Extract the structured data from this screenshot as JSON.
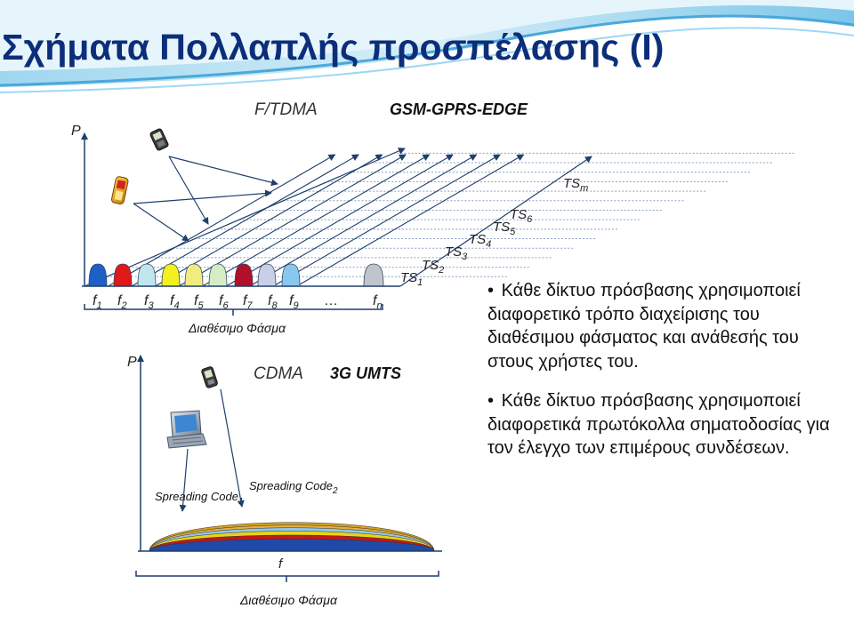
{
  "slide": {
    "title": "Σχήματα Πολλαπλής προσπέλασης (Ι)",
    "bullets": [
      "Κάθε δίκτυο πρόσβασης χρησιμοποιεί διαφορετικό τρόπο διαχείρισης του διαθέσιμου φάσματος και ανάθεσής του στους χρήστες του.",
      "Κάθε δίκτυο πρόσβασης χρησιμοποιεί  διαφορετικά πρωτόκολλα σηματοδοσίας για τον έλεγχο των επιμέρους συνδέσεων."
    ]
  },
  "tdma": {
    "scheme": "F/TDMA",
    "standard": "GSM-GPRS-EDGE",
    "axis_label": "P",
    "frequencies": [
      {
        "base": "f",
        "sub": "1"
      },
      {
        "base": "f",
        "sub": "2"
      },
      {
        "base": "f",
        "sub": "3"
      },
      {
        "base": "f",
        "sub": "4"
      },
      {
        "base": "f",
        "sub": "5"
      },
      {
        "base": "f",
        "sub": "6"
      },
      {
        "base": "f",
        "sub": "7"
      },
      {
        "base": "f",
        "sub": "8"
      },
      {
        "base": "f",
        "sub": "9"
      }
    ],
    "ellipsis": "…",
    "last_frequency": {
      "base": "f",
      "sub": "n"
    },
    "timeslots": [
      {
        "base": "TS",
        "sub": "1"
      },
      {
        "base": "TS",
        "sub": "2"
      },
      {
        "base": "TS",
        "sub": "3"
      },
      {
        "base": "TS",
        "sub": "4"
      },
      {
        "base": "TS",
        "sub": "5"
      },
      {
        "base": "TS",
        "sub": "6"
      }
    ],
    "last_timeslot": {
      "base": "TS",
      "sub": "m"
    },
    "spectrum_label": "Διαθέσιμο Φάσμα",
    "colors": [
      "#1f5fc8",
      "#e01818",
      "#bfe6ee",
      "#f4f020",
      "#f2ec80",
      "#d6ecc4",
      "#b01028",
      "#c8cfe6",
      "#88c8ef"
    ],
    "last_color": "#c0c4cc"
  },
  "cdma": {
    "scheme": "CDMA",
    "standard": "3G UMTS",
    "axis_label": "P",
    "x_label": "f",
    "codes": [
      {
        "base": "Spreading Code",
        "sub": "1"
      },
      {
        "base": "Spreading Code",
        "sub": "2"
      }
    ],
    "spectrum_label": "Διαθέσιμο Φάσμα",
    "layer_colors": [
      "#1f4aa8",
      "#c01818",
      "#f0e020",
      "#90c8e8",
      "#d8a020"
    ]
  }
}
